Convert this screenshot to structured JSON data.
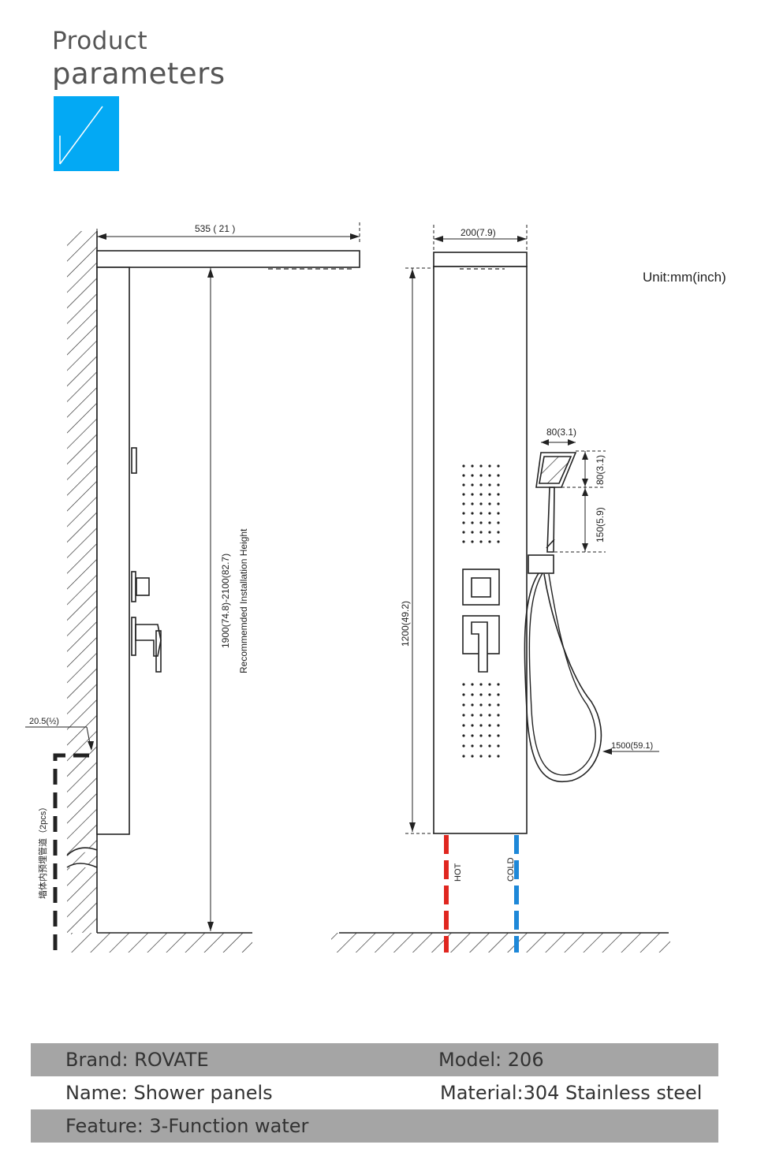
{
  "header": {
    "title_line1": "Product",
    "title_line2": "parameters",
    "accent_color": "#03a9f4"
  },
  "diagram": {
    "side_view": {
      "width_label": "535 ( 21 )",
      "height_label": "1900(74.8)-2100(82.7)",
      "height_caption": "Recommemded Installation Height",
      "wall_depth_label": "20.5(½)",
      "pipe_label": "墙体内预埋管道（2pcs）"
    },
    "front_view": {
      "width_label": "200(7.9)",
      "panel_height_label": "1200(49.2)",
      "handshower_width_label": "80(3.1)",
      "handshower_height_label": "80(3.1)",
      "handle_height_label": "150(5.9)",
      "hose_length_label": "1500(59.1)",
      "hot_label": "HOT",
      "cold_label": "COLD",
      "hot_color": "#e0261f",
      "cold_color": "#1e88d8"
    },
    "unit_label": "Unit:mm(inch)"
  },
  "specs": {
    "brand": "Brand:  ROVATE",
    "model": "Model:   206",
    "name": "Name:  Shower panels",
    "material": "Material:304 Stainless steel",
    "feature": "Feature: 3-Function water"
  }
}
